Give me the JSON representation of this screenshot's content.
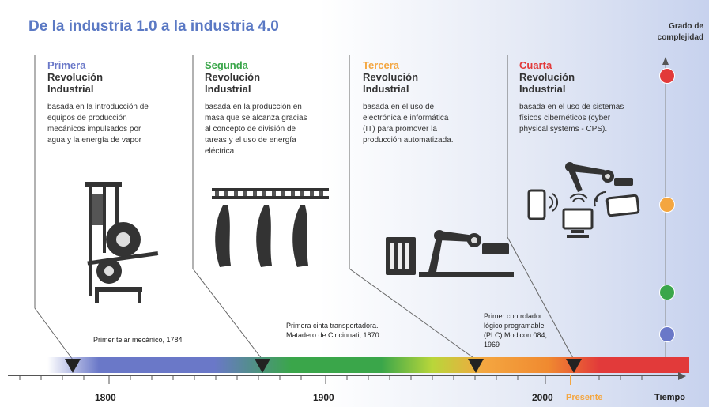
{
  "title": "De la industria 1.0  a la industria 4.0",
  "y_axis_label_line1": "Grado de",
  "y_axis_label_line2": "complejidad",
  "x_axis_label": "Tiempo",
  "present_label": "Presente",
  "year_labels": [
    "1800",
    "1900",
    "2000"
  ],
  "colors": {
    "first": "#6a78c8",
    "second": "#3aa64a",
    "third": "#f4a640",
    "fourth": "#e23a3a",
    "title": "#5b79c4"
  },
  "revolutions": [
    {
      "ordinal": "Primera",
      "line2": "Revolución",
      "line3": "Industrial",
      "description": [
        "basada en la introducción de",
        "equipos de producción",
        "mecánicos impulsados por",
        "agua y la energía de vapor"
      ],
      "milestone": [
        "Primer telar mecánico, 1784"
      ],
      "icon": "steam-loom-icon"
    },
    {
      "ordinal": "Segunda",
      "line2": "Revolución",
      "line3": "Industrial",
      "description": [
        "basada en la producción en",
        "masa que se alcanza gracias",
        "al concepto de  división de",
        "tareas y el uso de energía",
        "eléctrica"
      ],
      "milestone": [
        "Primera cinta transportadora.",
        "Matadero de Cincinnati, 1870"
      ],
      "icon": "conveyor-belt-icon"
    },
    {
      "ordinal": "Tercera",
      "line2": "Revolución",
      "line3": "Industrial",
      "description": [
        "basada en el uso de",
        "electrónica e informática",
        "(IT) para promover la",
        "producción automatizada."
      ],
      "milestone": [
        "Primer controlador",
        "lógico programable",
        "(PLC) Modicon 084,",
        "1969"
      ],
      "icon": "robot-arm-plc-icon"
    },
    {
      "ordinal": "Cuarta",
      "line2": "Revolución",
      "line3": "Industrial",
      "description": [
        "basada en el uso de sistemas",
        "físicos cibernéticos (cyber",
        "physical systems - CPS)."
      ],
      "milestone": [],
      "icon": "connected-robot-devices-icon"
    }
  ]
}
